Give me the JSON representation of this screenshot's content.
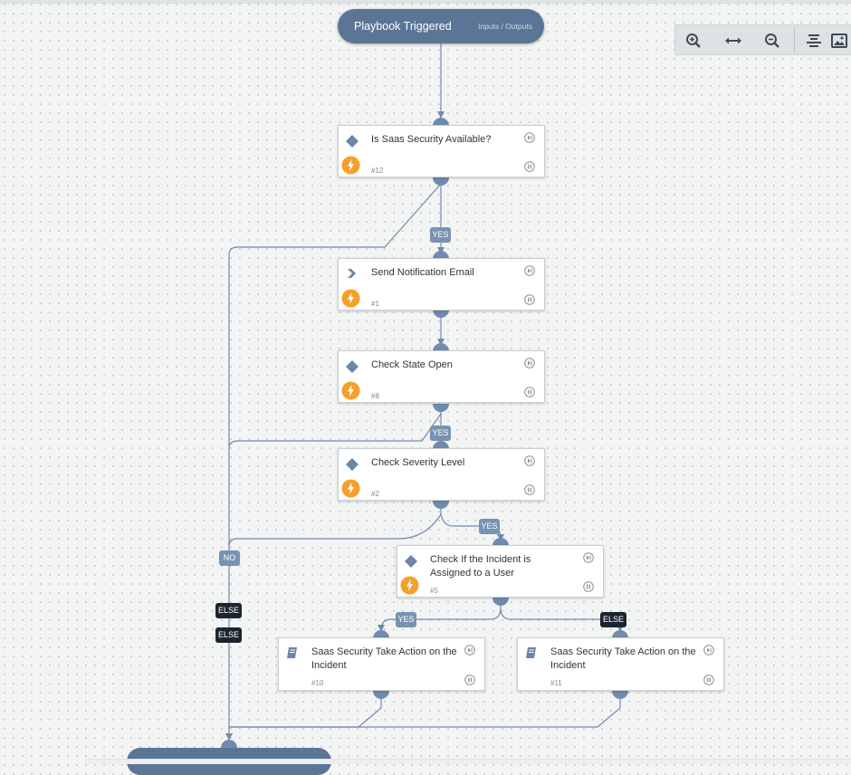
{
  "start": {
    "title": "Playbook Triggered",
    "io": "Inputs / Outputs"
  },
  "tasks": [
    {
      "name": "Is Saas Security Available?",
      "num": "#12",
      "kind": "condition"
    },
    {
      "name": "Send Notification Email",
      "num": "#1",
      "kind": "action"
    },
    {
      "name": "Check State Open",
      "num": "#8",
      "kind": "condition"
    },
    {
      "name": "Check Severity Level",
      "num": "#2",
      "kind": "condition"
    },
    {
      "name": "Check If the Incident is Assigned to a User",
      "num": "#5",
      "kind": "condition"
    },
    {
      "name": "Saas Security Take Action on the Incident",
      "num": "#10",
      "kind": "sub-playbook"
    },
    {
      "name": "Saas Security Take Action on the Incident",
      "num": "#11",
      "kind": "sub-playbook"
    }
  ],
  "labels": {
    "yes": "YES",
    "no": "NO",
    "else": "ELSE"
  },
  "toolbar": {
    "icons": [
      "zoom-in-icon",
      "fit-width-icon",
      "zoom-out-icon",
      "align-icon",
      "image-icon"
    ]
  },
  "colors": {
    "node": "#5b7597",
    "edge": "#6f8cae",
    "yes_label": "#7893b1",
    "else_label": "#1b2530",
    "bolt": "#f5a02a",
    "condition_icon": "#6b86a8"
  }
}
